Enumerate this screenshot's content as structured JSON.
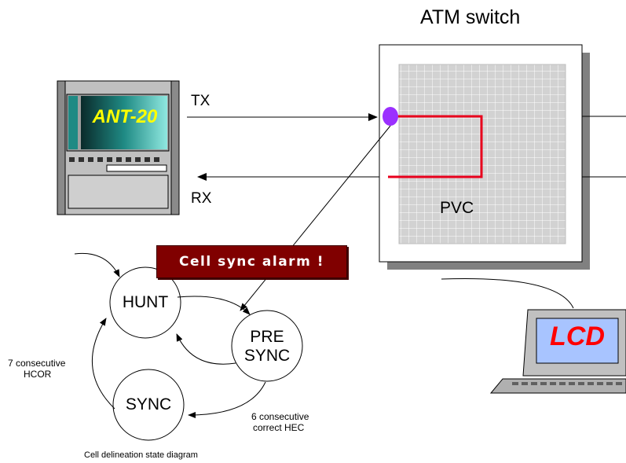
{
  "switch": {
    "title": "ATM switch",
    "pvc_label": "PVC"
  },
  "analyzer": {
    "brand": "ANT-20",
    "tx_label": "TX",
    "rx_label": "RX"
  },
  "laptop": {
    "screen_text": "LCD"
  },
  "alarm": {
    "text": "Cell sync alarm !"
  },
  "state_diagram": {
    "states": {
      "hunt": "HUNT",
      "presync_line1": "PRE",
      "presync_line2": "SYNC",
      "sync": "SYNC"
    },
    "annotations": {
      "hcor_line1": "7 consecutive",
      "hcor_line2": "HCOR",
      "hec_line1": "6 consecutive",
      "hec_line2": "correct HEC"
    },
    "caption": "Cell delineation state diagram"
  },
  "colors": {
    "connection_line": "#e8001c",
    "port_dot": "#9b30ff",
    "alarm_bg": "#800000",
    "analyzer_screen": "#1f8a84",
    "lcd_screen": "#a8c4ff"
  }
}
